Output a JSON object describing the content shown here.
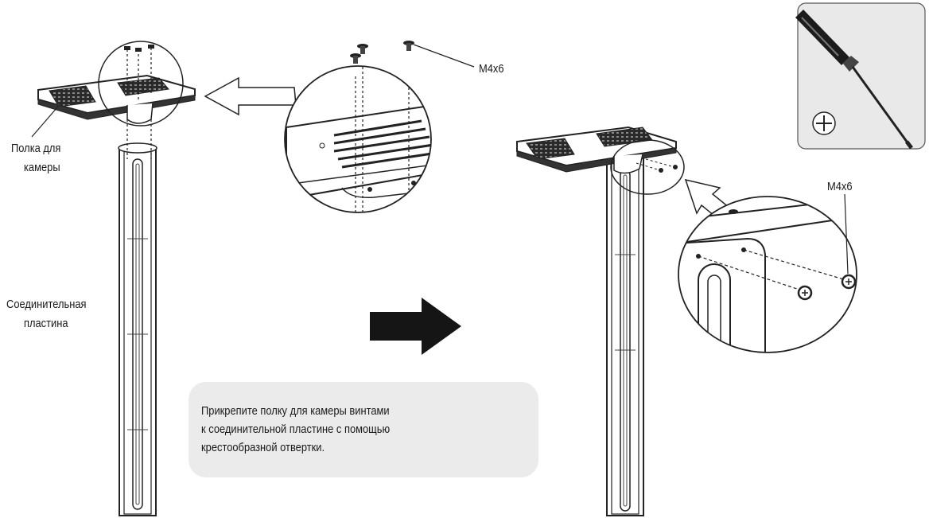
{
  "labels": {
    "shelf_line1": "Полка для",
    "shelf_line2": "камеры",
    "plate_line1": "Соединительная",
    "plate_line2": "пластина",
    "screw_top": "M4x6",
    "screw_right": "M4x6"
  },
  "instruction": {
    "line1": "Прикрепите полку для камеры винтами",
    "line2": "к соединительной пластине с помощью",
    "line3": "крестообразной отвертки."
  },
  "colors": {
    "line": "#222222",
    "note_bg": "#ebebeb",
    "tool_bg": "#e9e9e9",
    "arrow": "#151515"
  },
  "icons": [
    "phillips-screwdriver-icon",
    "phillips-head-icon",
    "right-arrow-icon"
  ]
}
